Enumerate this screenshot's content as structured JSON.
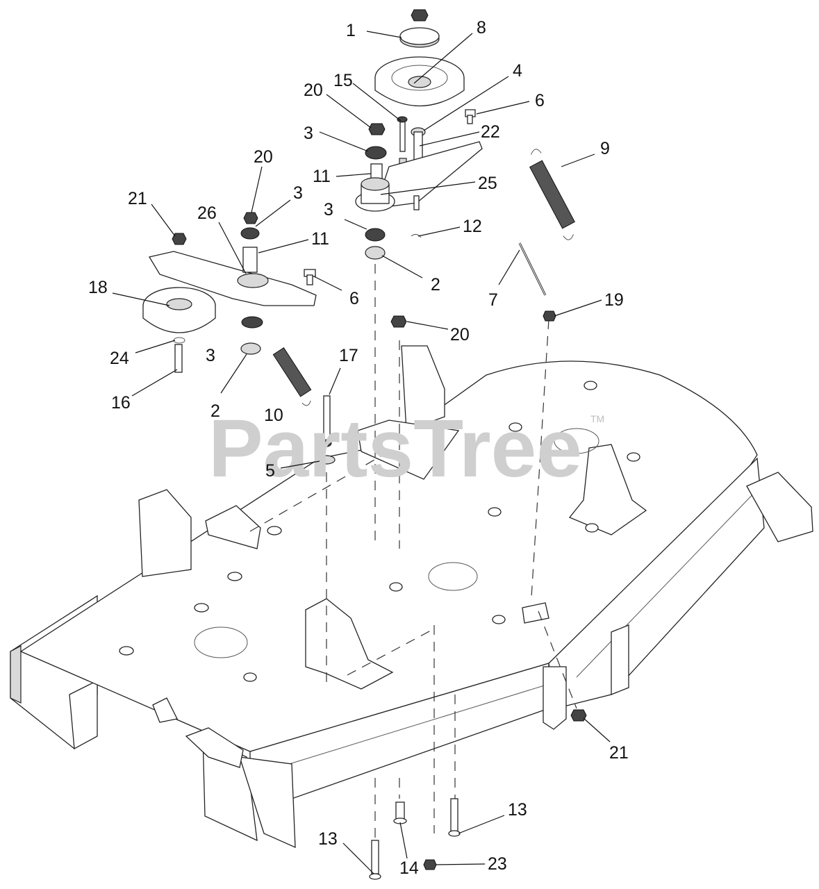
{
  "diagram": {
    "watermark": "PartsTree",
    "trademark": "TM",
    "callouts": [
      {
        "id": "c1",
        "label": "1"
      },
      {
        "id": "c8",
        "label": "8"
      },
      {
        "id": "c4",
        "label": "4"
      },
      {
        "id": "c6a",
        "label": "6"
      },
      {
        "id": "c20a",
        "label": "20"
      },
      {
        "id": "c15",
        "label": "15"
      },
      {
        "id": "c3a",
        "label": "3"
      },
      {
        "id": "c22",
        "label": "22"
      },
      {
        "id": "c9",
        "label": "9"
      },
      {
        "id": "c11a",
        "label": "11"
      },
      {
        "id": "c25",
        "label": "25"
      },
      {
        "id": "c20b",
        "label": "20"
      },
      {
        "id": "c21a",
        "label": "21"
      },
      {
        "id": "c3b",
        "label": "3"
      },
      {
        "id": "c3c",
        "label": "3"
      },
      {
        "id": "c12",
        "label": "12"
      },
      {
        "id": "c26",
        "label": "26"
      },
      {
        "id": "c11b",
        "label": "11"
      },
      {
        "id": "c2a",
        "label": "2"
      },
      {
        "id": "c6b",
        "label": "6"
      },
      {
        "id": "c7",
        "label": "7"
      },
      {
        "id": "c19",
        "label": "19"
      },
      {
        "id": "c18",
        "label": "18"
      },
      {
        "id": "c20c",
        "label": "20"
      },
      {
        "id": "c24",
        "label": "24"
      },
      {
        "id": "c3d",
        "label": "3"
      },
      {
        "id": "c17",
        "label": "17"
      },
      {
        "id": "c16",
        "label": "16"
      },
      {
        "id": "c2b",
        "label": "2"
      },
      {
        "id": "c10",
        "label": "10"
      },
      {
        "id": "c5",
        "label": "5"
      },
      {
        "id": "c21b",
        "label": "21"
      },
      {
        "id": "c13a",
        "label": "13"
      },
      {
        "id": "c13b",
        "label": "13"
      },
      {
        "id": "c14",
        "label": "14"
      },
      {
        "id": "c23",
        "label": "23"
      }
    ]
  }
}
